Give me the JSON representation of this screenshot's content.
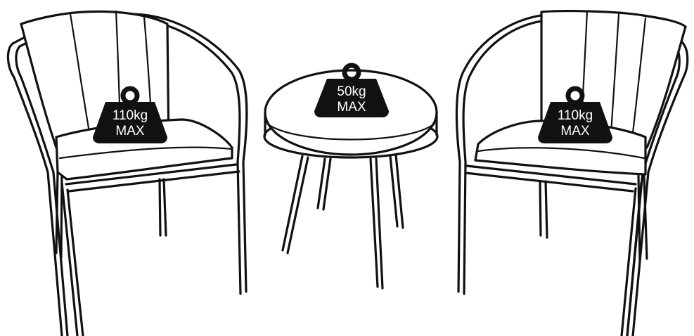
{
  "weights": {
    "left_chair": {
      "value": "110kg",
      "limit": "MAX"
    },
    "table": {
      "value": "50kg",
      "limit": "MAX"
    },
    "right_chair": {
      "value": "110kg",
      "limit": "MAX"
    }
  },
  "colors": {
    "ink": "#111111",
    "background": "#ffffff"
  }
}
